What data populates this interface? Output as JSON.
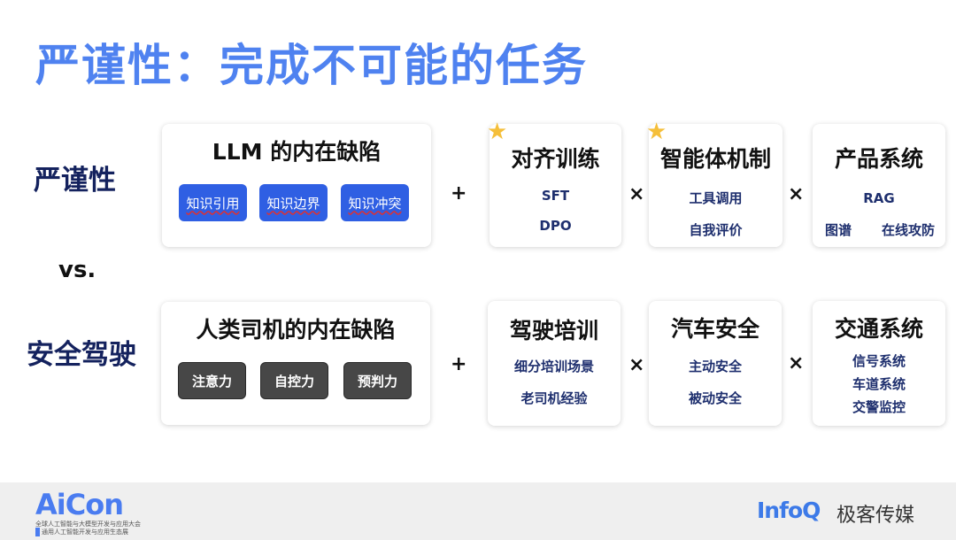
{
  "title": "严谨性：完成不可能的任务",
  "rows": {
    "rigor": "严谨性",
    "vs": "vs.",
    "driving": "安全驾驶"
  },
  "llm": {
    "flaw_title": "LLM 的内在缺陷",
    "flaws": [
      "知识引用",
      "知识边界",
      "知识冲突"
    ],
    "cards": [
      {
        "title": "对齐训练",
        "items": [
          "SFT",
          "DPO"
        ],
        "starred": true
      },
      {
        "title": "智能体机制",
        "items": [
          "工具调用",
          "自我评价"
        ],
        "starred": true
      },
      {
        "title": "产品系统",
        "items": [
          "RAG",
          "图谱",
          "在线攻防"
        ]
      }
    ]
  },
  "drive": {
    "flaw_title": "人类司机的内在缺陷",
    "flaws": [
      "注意力",
      "自控力",
      "预判力"
    ],
    "cards": [
      {
        "title": "驾驶培训",
        "items": [
          "细分培训场景",
          "老司机经验"
        ]
      },
      {
        "title": "汽车安全",
        "items": [
          "主动安全",
          "被动安全"
        ]
      },
      {
        "title": "交通系统",
        "items": [
          "信号系统",
          "车道系统",
          "交警监控"
        ]
      }
    ]
  },
  "ops": {
    "plus": "+",
    "times": "×"
  },
  "footer": {
    "aicon_logo": "AiCon",
    "aicon_sub1": "全球人工智能与大模型开发与应用大会",
    "aicon_sub2": "通用人工智能开发与应用生态展",
    "infoq_logo": "InfoQ",
    "infoq_cn": "极客传媒"
  },
  "colors": {
    "title": "#4f82f0",
    "navy": "#14225e",
    "chip_blue": "#2f5fe3",
    "chip_dark": "#474747",
    "star": "#f5bf3a"
  }
}
